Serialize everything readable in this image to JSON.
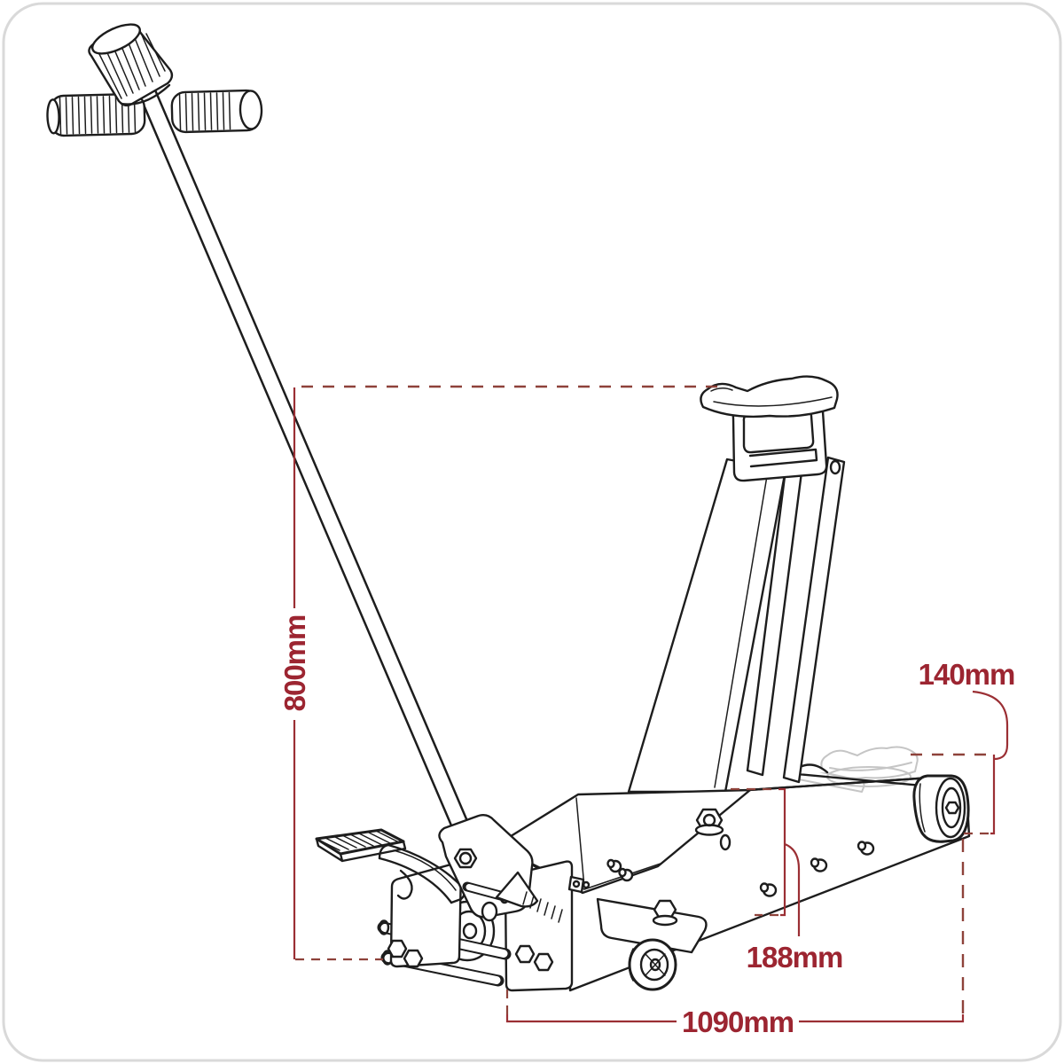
{
  "diagram": {
    "subject": "long-reach trolley jack with raised lifting arm, dimensioned technical line drawing",
    "dimensions": {
      "left_vertical": "800mm",
      "top_right": "140mm",
      "right_inner_vertical": "188mm",
      "bottom_length": "1090mm"
    },
    "colors": {
      "label_text": "#9C2531",
      "dimension_line_solid": "#9B2F34",
      "dimension_line_dashed": "#8E423A",
      "line_art": "#1D1D1D",
      "ghost_line": "#C5C5C5",
      "border": "#D9D9D9",
      "background": "#FFFFFF"
    }
  }
}
